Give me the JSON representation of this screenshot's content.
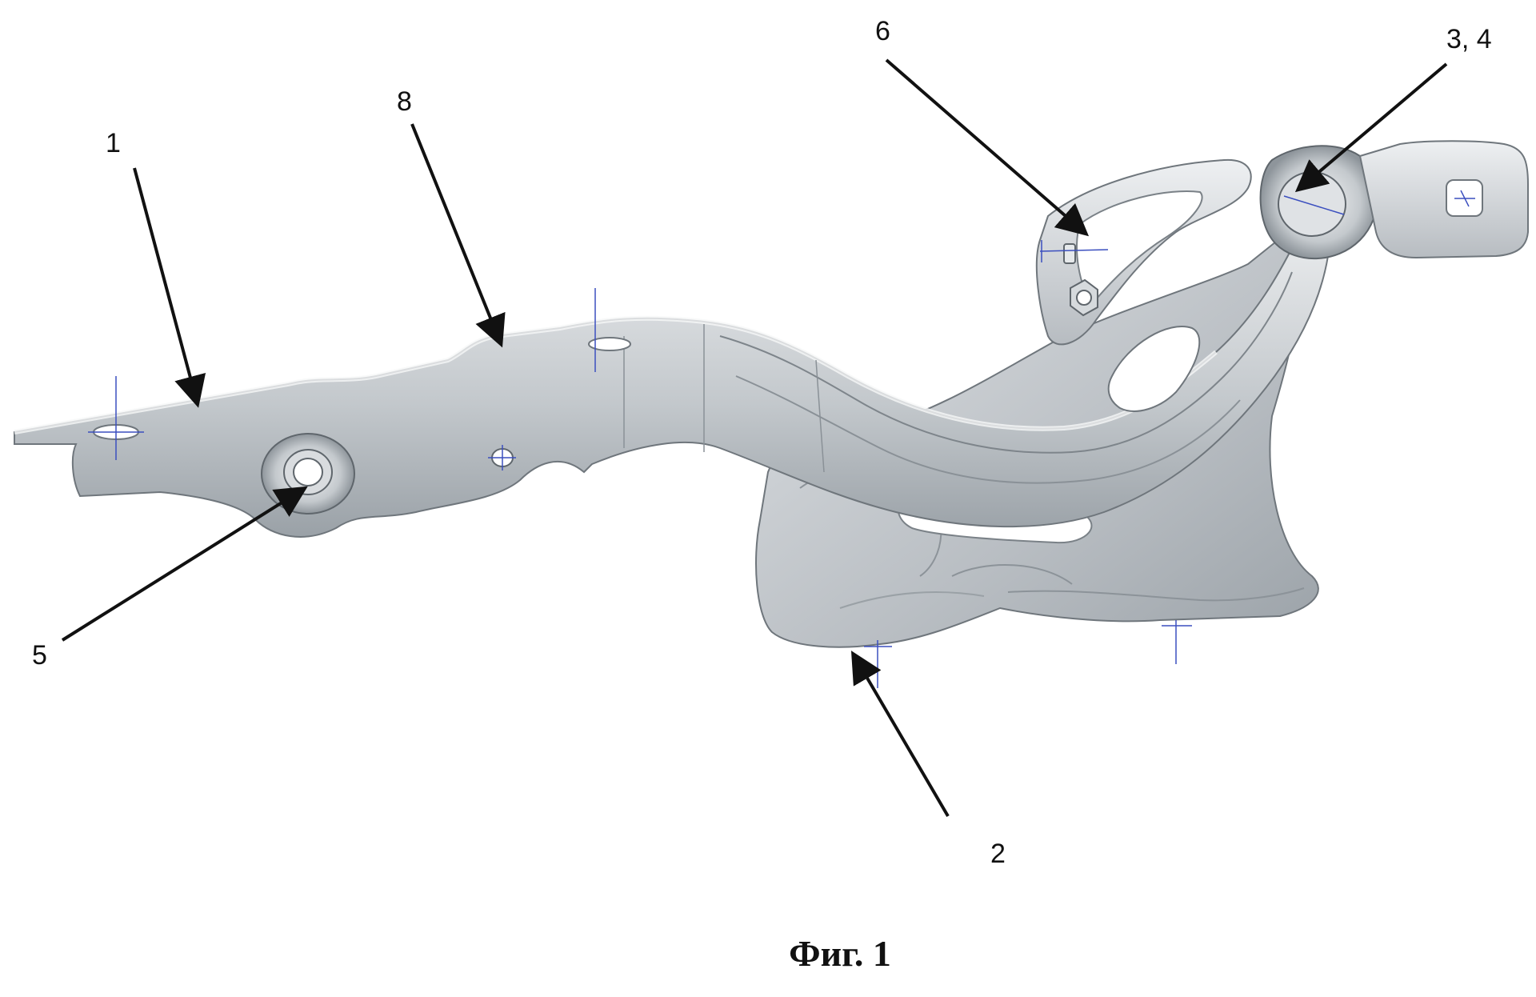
{
  "figure": {
    "caption": "Фиг. 1",
    "callouts": [
      {
        "id": "1",
        "label": "1"
      },
      {
        "id": "8",
        "label": "8"
      },
      {
        "id": "6",
        "label": "6"
      },
      {
        "id": "3-4",
        "label": "3, 4"
      },
      {
        "id": "5",
        "label": "5"
      },
      {
        "id": "2",
        "label": "2"
      }
    ]
  },
  "colors": {
    "metal": "#c9cdd1",
    "metal_light": "#e3e6e9",
    "metal_dark": "#8f969c",
    "edge": "#6f767c",
    "centerline": "#3b4fbf",
    "arrow": "#111111"
  }
}
